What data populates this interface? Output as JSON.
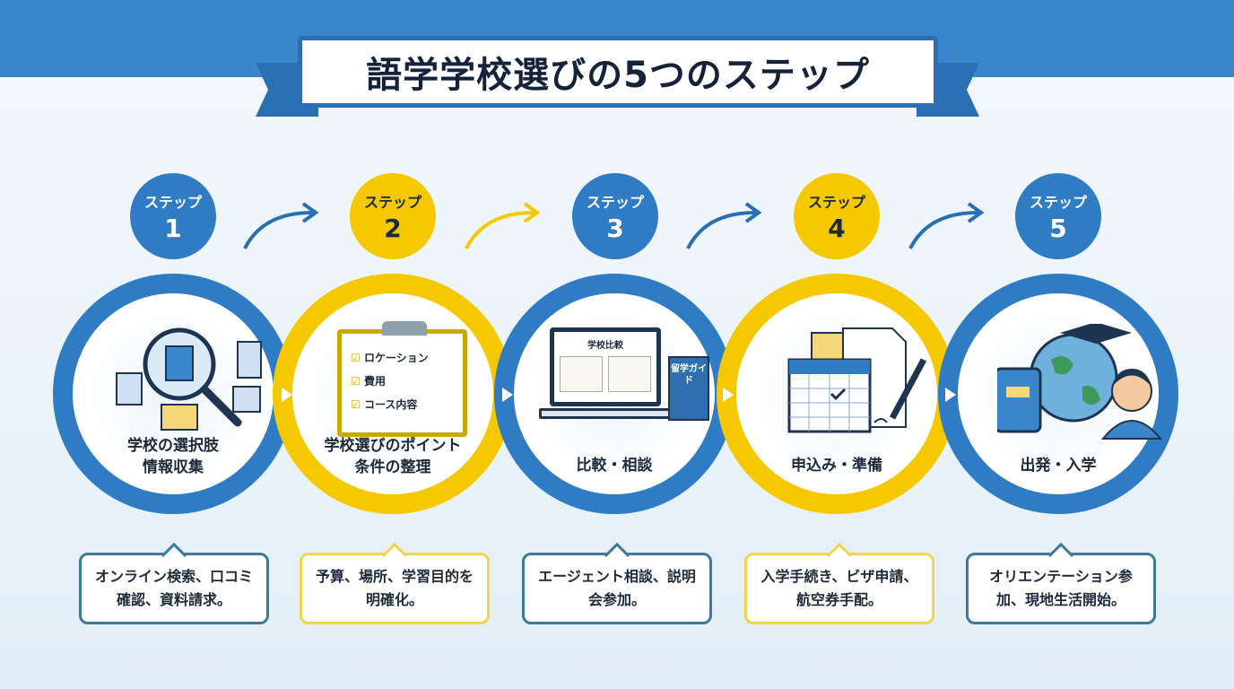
{
  "title": "語学学校選びの5つのステップ",
  "colors": {
    "blue": "#2f7cc4",
    "yellow": "#f5c800"
  },
  "steps": [
    {
      "label": "ステップ",
      "number": "1",
      "caption_line1": "学校の選択肢",
      "caption_line2": "情報収集",
      "desc": "オンライン検索、口コミ確認、資料請求。",
      "icon": "magnifier-buildings-icon"
    },
    {
      "label": "ステップ",
      "number": "2",
      "caption_line1": "学校選びのポイント",
      "caption_line2": "条件の整理",
      "desc": "予算、場所、学習目的を明確化。",
      "icon": "clipboard-checklist-icon",
      "checklist": [
        "ロケーション",
        "費用",
        "コース内容"
      ]
    },
    {
      "label": "ステップ",
      "number": "3",
      "caption_line1": "比較・相談",
      "caption_line2": "",
      "desc": "エージェント相談、説明会参加。",
      "icon": "laptop-compare-icon",
      "screen_title": "学校比較",
      "book_title": "留学ガイド"
    },
    {
      "label": "ステップ",
      "number": "4",
      "caption_line1": "申込み・準備",
      "caption_line2": "",
      "desc": "入学手続き、ビザ申請、航空券手配。",
      "icon": "calendar-documents-icon"
    },
    {
      "label": "ステップ",
      "number": "5",
      "caption_line1": "出発・入学",
      "caption_line2": "",
      "desc": "オリエンテーション参加、現地生活開始。",
      "icon": "suitcase-globe-student-icon"
    }
  ]
}
